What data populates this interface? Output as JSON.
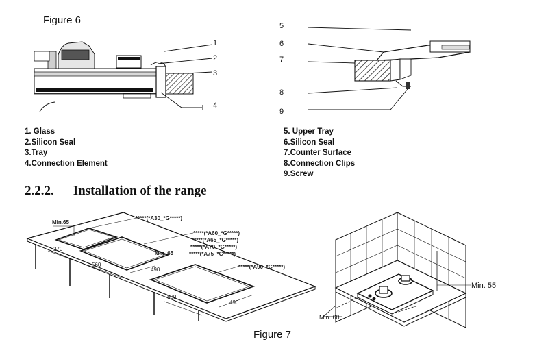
{
  "figure6": {
    "title": "Figure 6",
    "left_callouts": [
      "1",
      "2",
      "3",
      "4"
    ],
    "right_callouts": [
      "5",
      "6",
      "7",
      "8",
      "9"
    ],
    "legend_left": [
      "1. Glass",
      "2.Silicon Seal",
      "3.Tray",
      "4.Connection Element"
    ],
    "legend_right": [
      "5.  Upper Tray",
      "6.Silicon Seal",
      "7.Counter Surface",
      "8.Connection Clips",
      "9.Screw"
    ]
  },
  "section": {
    "number": "2.2.2.",
    "title": "Installation of the range"
  },
  "figure7": {
    "title": "Figure 7",
    "plan_labels": {
      "min65_left": "Min.65",
      "a30": "*****(*A30_*G*****)",
      "a60": "*****(*A60_*G*****)",
      "a65": "*****(*A65_*G*****)",
      "a70": "*****(*A70_*G*****)",
      "a75": "*****(*A75_*G*****)",
      "a90": "*****(*A90_*G*****)",
      "d270": "270",
      "d560": "560",
      "min65_mid": "Min. 65",
      "d490a": "490",
      "d830": "830",
      "d490b": "490"
    },
    "iso_labels": {
      "min55": "Min. 55",
      "min60": "Min. 60"
    }
  }
}
